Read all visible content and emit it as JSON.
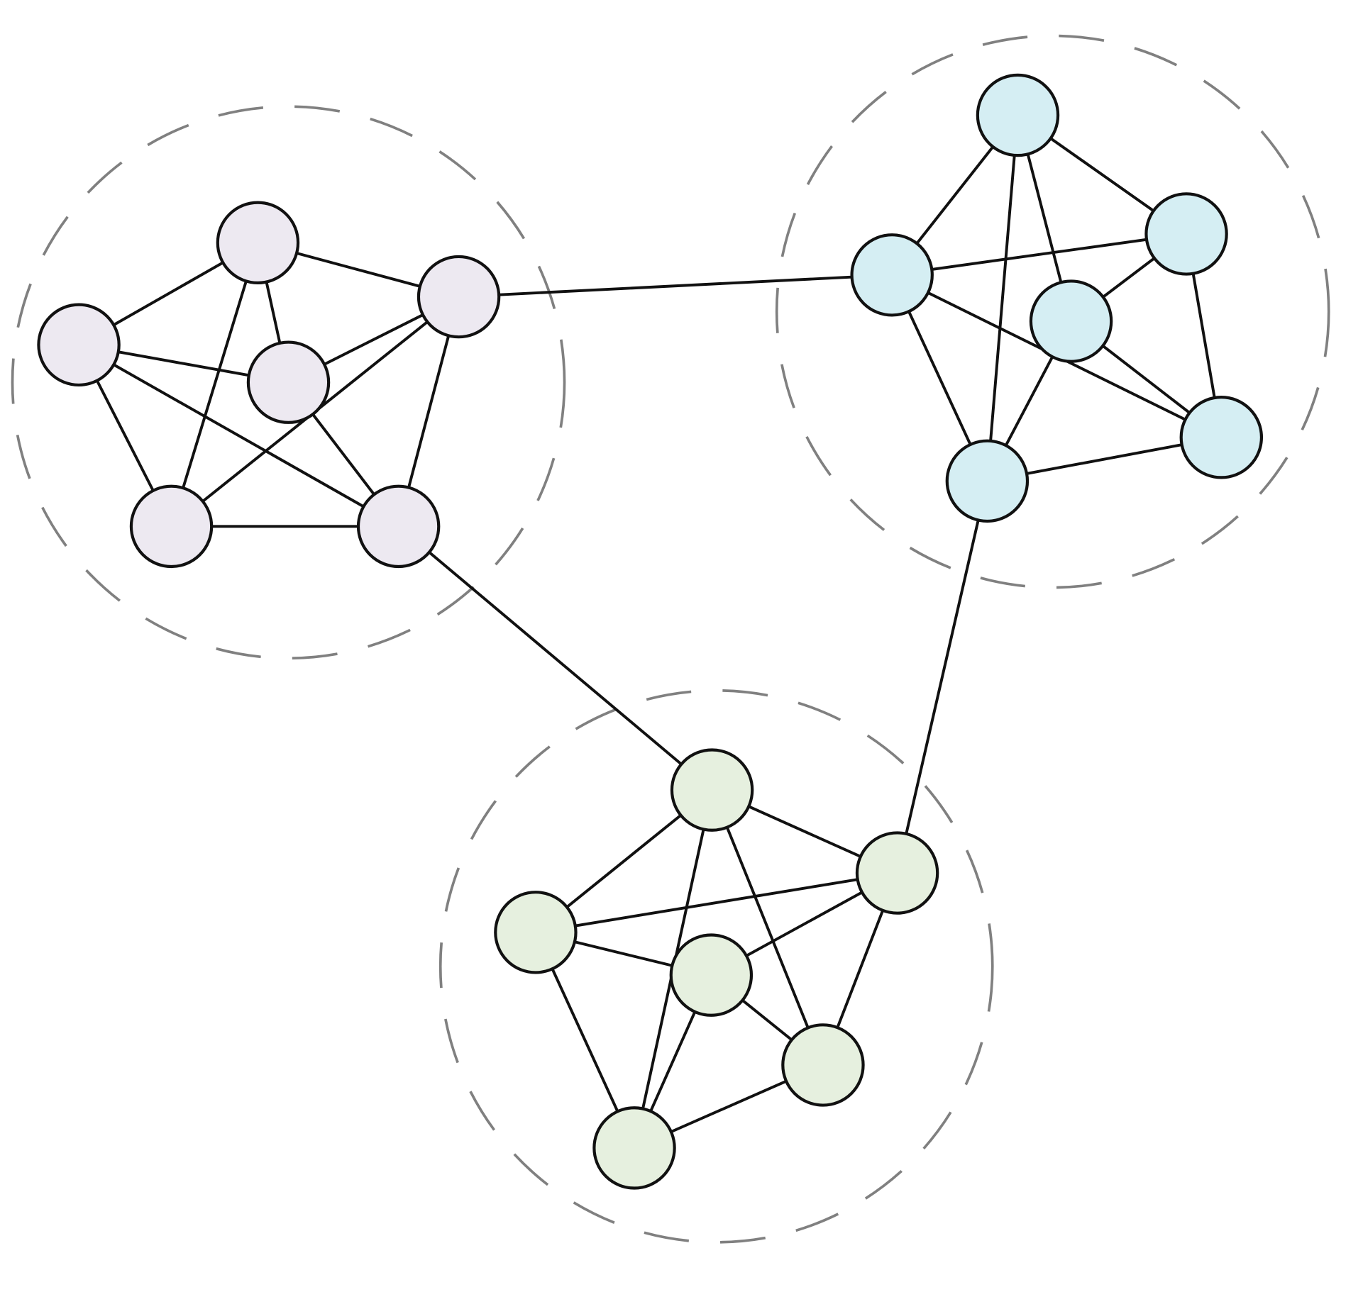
{
  "diagram": {
    "type": "clustered-network-graph",
    "ring_color": "#808080",
    "edge_color": "#111111",
    "clusters": [
      {
        "id": "A",
        "fill": "#ede9f1",
        "nodes": [
          "A0",
          "A1",
          "A2",
          "A3",
          "A4",
          "A5"
        ],
        "edges": [
          [
            "A0",
            "A1"
          ],
          [
            "A0",
            "A2"
          ],
          [
            "A0",
            "A3"
          ],
          [
            "A0",
            "A4"
          ],
          [
            "A1",
            "A3"
          ],
          [
            "A1",
            "A4"
          ],
          [
            "A1",
            "A5"
          ],
          [
            "A2",
            "A3"
          ],
          [
            "A2",
            "A4"
          ],
          [
            "A2",
            "A5"
          ],
          [
            "A3",
            "A5"
          ],
          [
            "A4",
            "A5"
          ]
        ]
      },
      {
        "id": "B",
        "fill": "#d5eef3",
        "nodes": [
          "B0",
          "B1",
          "B2",
          "B3",
          "B4",
          "B5"
        ],
        "edges": [
          [
            "B0",
            "B1"
          ],
          [
            "B0",
            "B2"
          ],
          [
            "B0",
            "B3"
          ],
          [
            "B0",
            "B5"
          ],
          [
            "B1",
            "B2"
          ],
          [
            "B1",
            "B4"
          ],
          [
            "B1",
            "B5"
          ],
          [
            "B2",
            "B3"
          ],
          [
            "B2",
            "B4"
          ],
          [
            "B3",
            "B4"
          ],
          [
            "B3",
            "B5"
          ],
          [
            "B4",
            "B5"
          ]
        ]
      },
      {
        "id": "C",
        "fill": "#e6f0df",
        "nodes": [
          "C0",
          "C1",
          "C2",
          "C3",
          "C4",
          "C5"
        ],
        "edges": [
          [
            "C0",
            "C1"
          ],
          [
            "C0",
            "C2"
          ],
          [
            "C0",
            "C4"
          ],
          [
            "C0",
            "C5"
          ],
          [
            "C1",
            "C2"
          ],
          [
            "C1",
            "C3"
          ],
          [
            "C1",
            "C4"
          ],
          [
            "C2",
            "C3"
          ],
          [
            "C2",
            "C5"
          ],
          [
            "C3",
            "C4"
          ],
          [
            "C3",
            "C5"
          ],
          [
            "C4",
            "C5"
          ]
        ]
      }
    ],
    "inter_cluster_edges": [
      [
        "A2",
        "B1"
      ],
      [
        "A5",
        "C0"
      ],
      [
        "B5",
        "C1"
      ]
    ]
  }
}
